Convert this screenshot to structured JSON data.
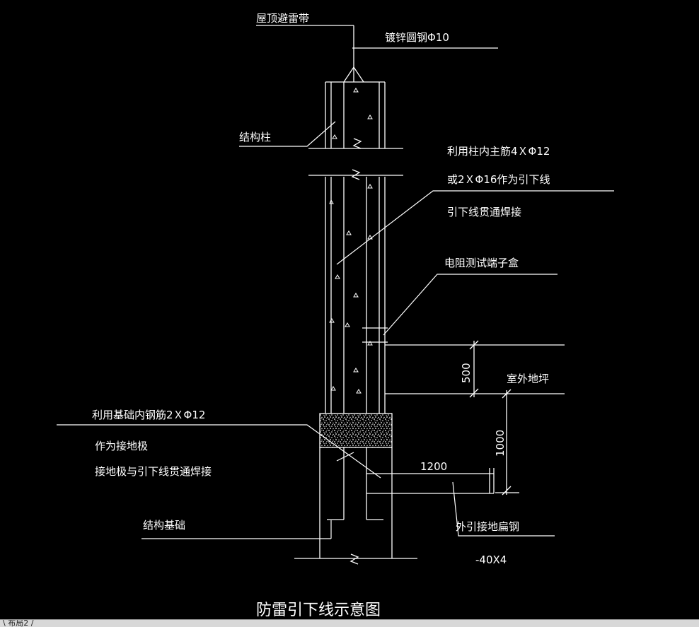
{
  "title": "防雷引下线示意图",
  "labels": {
    "roof_lightning_belt": "屋顶避雷带",
    "galvanized_round_steel": "镀锌圆钢Φ10",
    "structural_column": "结构柱",
    "column_rebar_1": "利用柱内主筋4ＸΦ12",
    "column_rebar_2": "或2ＸΦ16作为引下线",
    "column_rebar_3": "引下线贯通焊接",
    "test_box": "电阻测试端子盒",
    "outdoor_ground": "室外地坪",
    "dim_500": "500",
    "dim_1000": "1000",
    "dim_1200": "1200",
    "foundation_rebar_1": "利用基础内钢筋2ＸΦ12",
    "foundation_rebar_2": "作为接地极",
    "foundation_rebar_3": "接地极与引下线贯通焊接",
    "structural_foundation": "结构基础",
    "flat_steel": "外引接地扁钢",
    "flat_steel_size": "-40X4"
  },
  "tabs": {
    "layout2": "布局2"
  },
  "colors": {
    "background": "#000000",
    "lines": "#ffffff"
  }
}
